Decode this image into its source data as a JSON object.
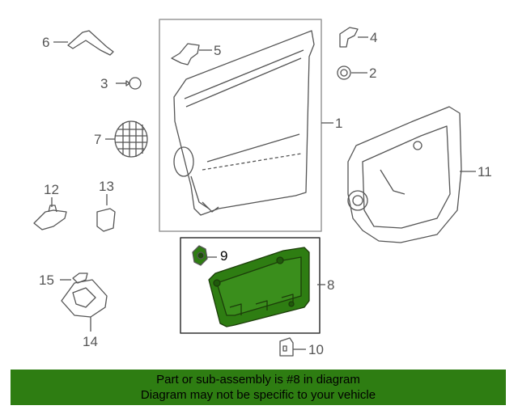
{
  "callouts": {
    "c1": "1",
    "c2": "2",
    "c3": "3",
    "c4": "4",
    "c5": "5",
    "c6": "6",
    "c7": "7",
    "c8": "8",
    "c9": "9",
    "c10": "10",
    "c11": "11",
    "c12": "12",
    "c13": "13",
    "c14": "14",
    "c15": "15"
  },
  "highlighted_part": "8",
  "colors": {
    "highlight": "#2e7d12",
    "line": "#555555",
    "frame": "#999999"
  },
  "banner": {
    "line1": "Part or sub-assembly is #8 in diagram",
    "line2": "Diagram may not be specific to your vehicle"
  }
}
